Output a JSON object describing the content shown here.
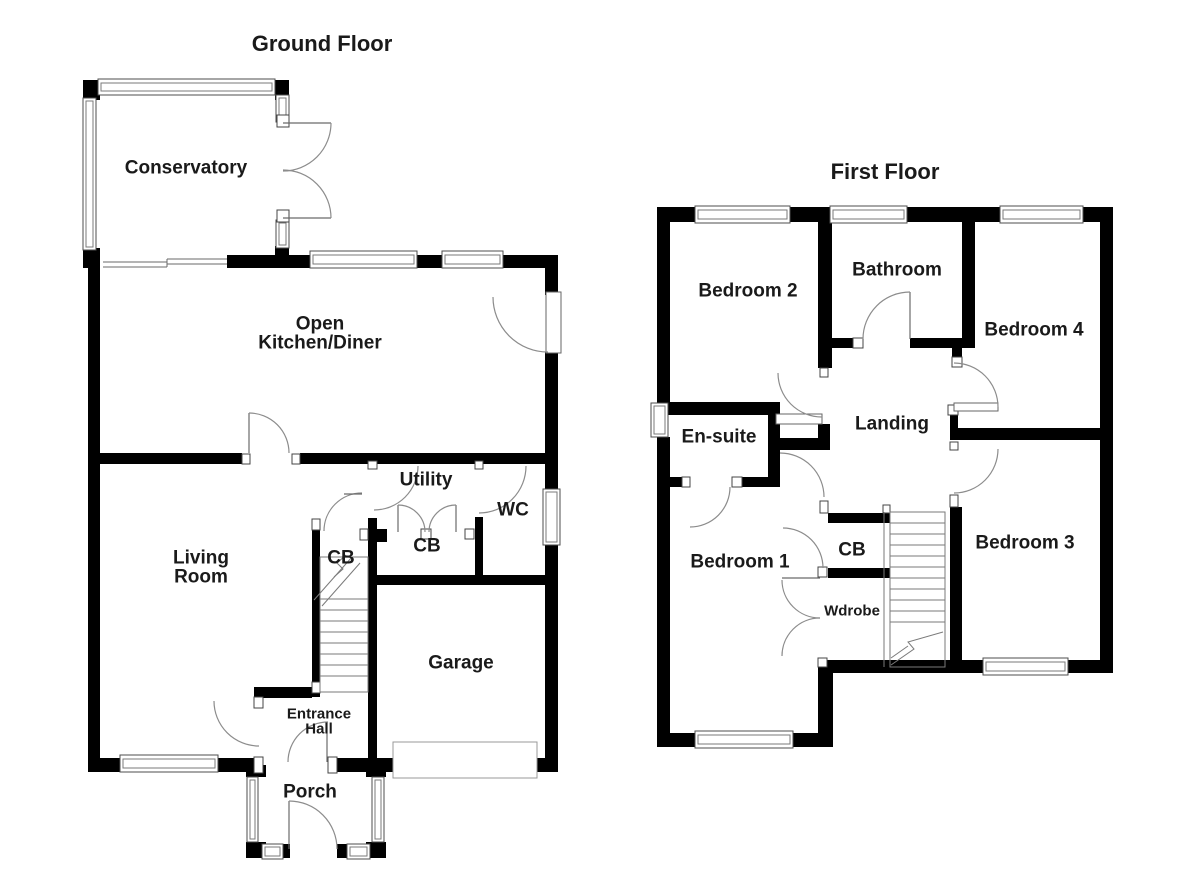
{
  "ground_floor": {
    "title": "Ground Floor",
    "room_labels": {
      "conservatory": "Conservatory",
      "open_kitchen_diner": "Open\nKitchen/Diner",
      "living_room": "Living\nRoom",
      "utility": "Utility",
      "wc": "WC",
      "cb_hall": "CB",
      "cb_utility": "CB",
      "garage": "Garage",
      "entrance_hall": "Entrance\nHall",
      "porch": "Porch"
    }
  },
  "first_floor": {
    "title": "First Floor",
    "room_labels": {
      "bedroom_2": "Bedroom 2",
      "bathroom": "Bathroom",
      "bedroom_4": "Bedroom 4",
      "en_suite": "En-suite",
      "landing": "Landing",
      "bedroom_1": "Bedroom 1",
      "cb": "CB",
      "wardrobe": "Wdrobe",
      "bedroom_3": "Bedroom 3"
    }
  },
  "colors": {
    "wall": "#000000",
    "door_arc": "#8c8c8c",
    "window_border": "#4d4d4d",
    "text": "#1a1a1a",
    "background": "#ffffff"
  }
}
